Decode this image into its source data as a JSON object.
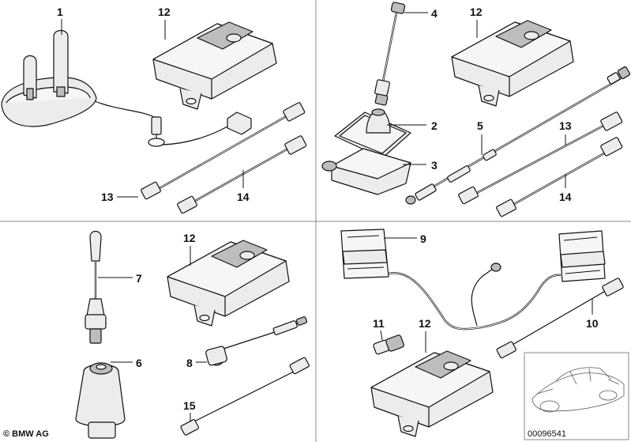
{
  "callouts": {
    "q1": [
      "1",
      "12",
      "13",
      "14"
    ],
    "q2": [
      "4",
      "12",
      "2",
      "3",
      "5",
      "13",
      "14"
    ],
    "q3": [
      "7",
      "6",
      "12",
      "8",
      "15"
    ],
    "q4": [
      "9",
      "11",
      "12",
      "10"
    ]
  },
  "footer": {
    "copyright": "© BMW AG",
    "diagram_number": "00096541"
  }
}
